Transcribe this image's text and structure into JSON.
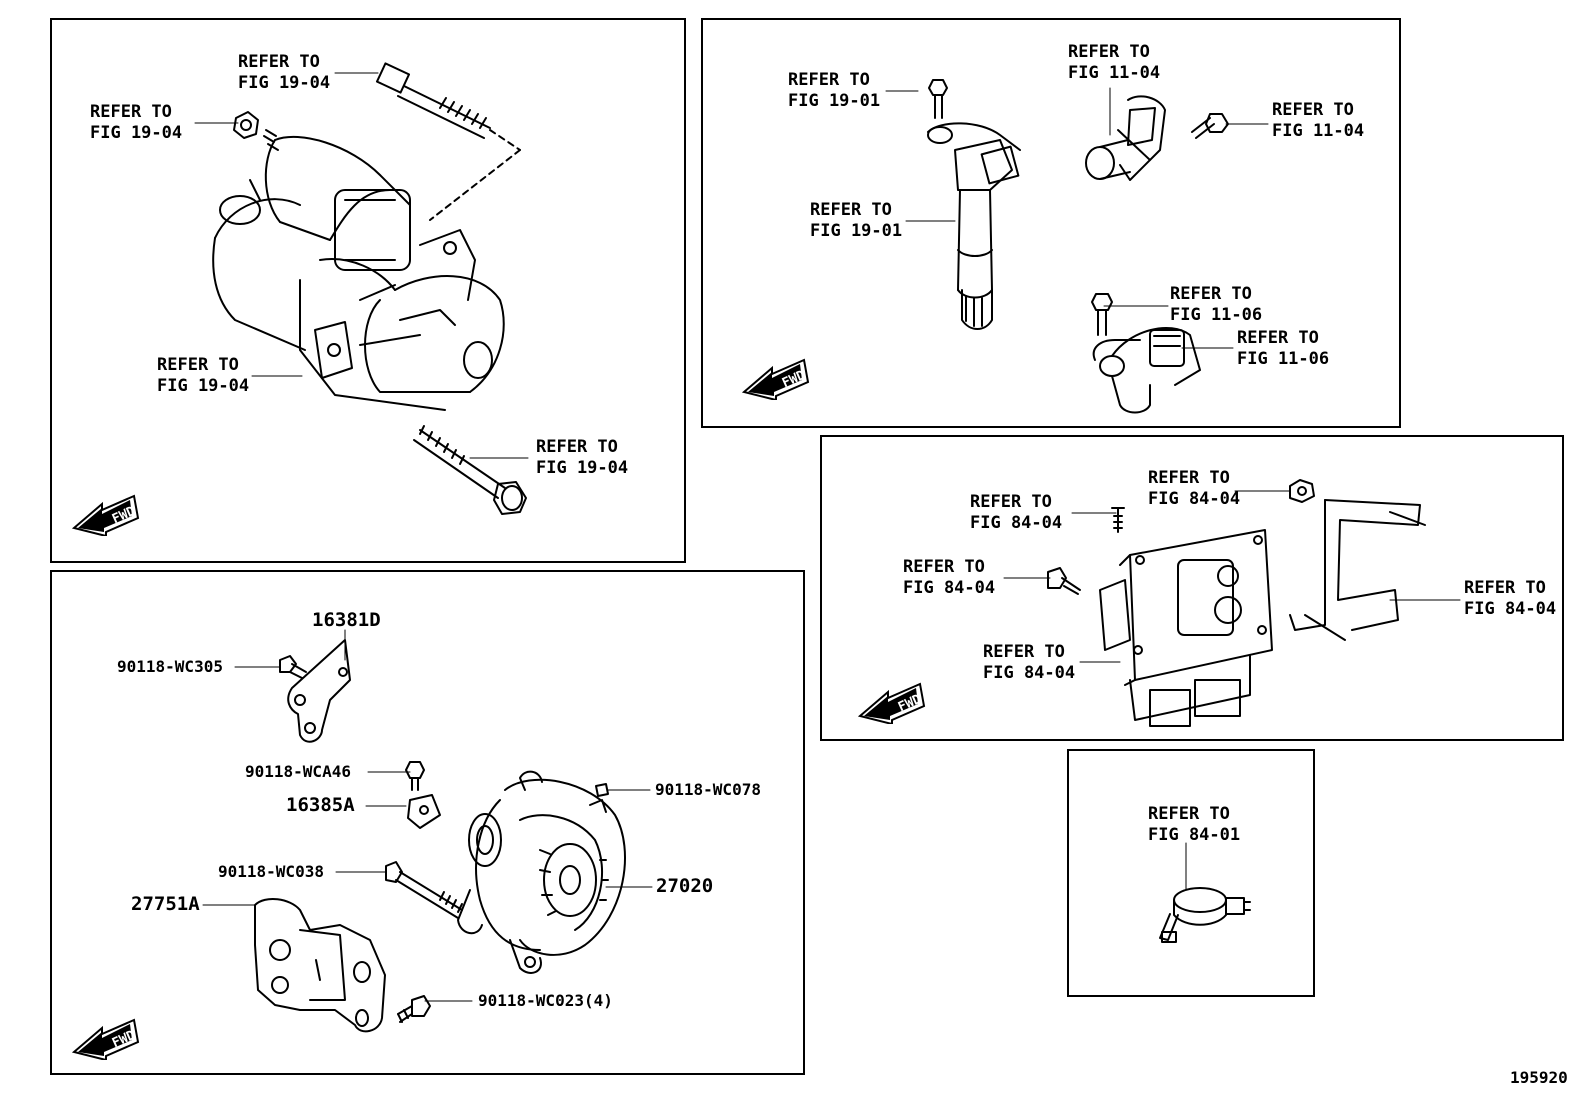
{
  "refer_line": "REFER TO",
  "fwd_label": "FWD",
  "figure_ref": "195920",
  "panels": {
    "starter": {
      "labels": [
        "FIG 19-04",
        "FIG 19-04",
        "FIG 19-04",
        "FIG 19-04"
      ]
    },
    "ignition": {
      "labels": [
        "FIG 19-01",
        "FIG 19-01",
        "FIG 11-04",
        "FIG 11-04",
        "FIG 11-06",
        "FIG 11-06"
      ]
    },
    "ecu": {
      "labels": [
        "FIG 84-04",
        "FIG 84-04",
        "FIG 84-04",
        "FIG 84-04",
        "FIG 84-04"
      ]
    },
    "oil_switch": {
      "labels": [
        "FIG 84-01"
      ]
    },
    "alternator": {
      "parts": [
        "16381D",
        "90118-WC305",
        "90118-WCA46",
        "16385A",
        "90118-WC078",
        "90118-WC038",
        "27020",
        "27751A",
        "90118-WC023(4)"
      ]
    }
  }
}
